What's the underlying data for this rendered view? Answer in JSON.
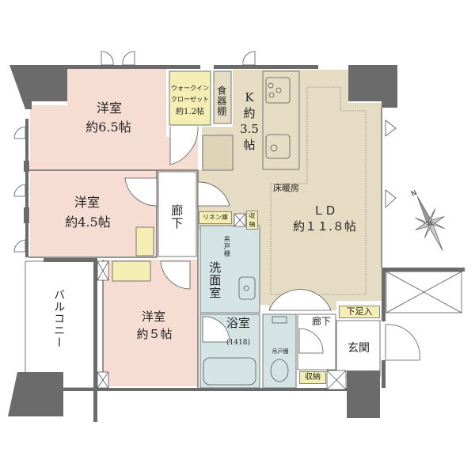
{
  "floorplan": {
    "colors": {
      "wall": "#6b6b6b",
      "bedroom": "#f6ddd4",
      "ldk": "#e6dcc3",
      "wet_area": "#d4e4e4",
      "closet": "#f4eeb4",
      "corridor": "#ffffff"
    },
    "rooms": {
      "bedroom1": {
        "name": "洋室",
        "size": "約6.5帖"
      },
      "bedroom2": {
        "name": "洋室",
        "size": "約4.5帖"
      },
      "bedroom3": {
        "name": "洋室",
        "size": "約５帖"
      },
      "walk_in_closet": {
        "line1": "ウォークイン",
        "line2": "クローゼット",
        "size": "約1.2帖"
      },
      "dish_cabinet": "食器棚",
      "kitchen": {
        "name": "K",
        "size_line1": "約",
        "size_line2": "3.5",
        "size_line3": "帖"
      },
      "floor_heating": "床暖房",
      "ld": {
        "name": "ＬＤ",
        "size": "約１１.８帖"
      },
      "corridor_upper": "廊下",
      "linen_closet": "リネン庫",
      "storage_small": "収納",
      "hanging_shelf_1": "吊戸棚",
      "washroom": "洗面室",
      "bathroom": {
        "name": "浴室",
        "size": "(1418)"
      },
      "hanging_shelf_2": "吊戸棚",
      "corridor_lower": "廊下",
      "shoe_closet": "下足入",
      "entrance": "玄関",
      "storage_lower": "収納",
      "balcony": "バルコニー"
    },
    "compass": {
      "north_label": "N"
    }
  }
}
